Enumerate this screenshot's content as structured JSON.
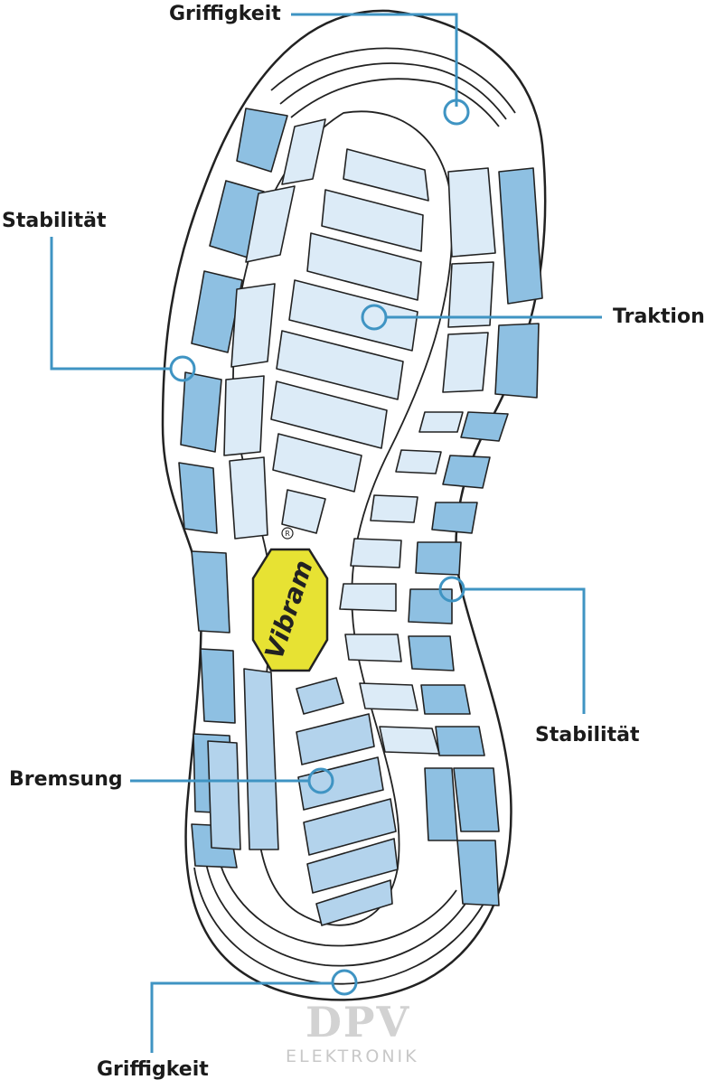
{
  "labels": {
    "grip_top": "Griffigkeit",
    "stability_left": "Stabilität",
    "traction": "Traktion",
    "stability_right": "Stabilität",
    "braking": "Bremsung",
    "grip_bottom": "Griffigkeit"
  },
  "logo": {
    "text": "Vibram",
    "registered": "R"
  },
  "watermark": {
    "brand": "DPV",
    "subtitle": "ELEKTRONIK"
  },
  "colors": {
    "callout": "#3f94c3",
    "lug_dark": "#8ec0e2",
    "lug_mid": "#b3d3ec",
    "lug_light": "#dcebf7",
    "outline": "#222222",
    "logo_fill": "#e7e233"
  }
}
